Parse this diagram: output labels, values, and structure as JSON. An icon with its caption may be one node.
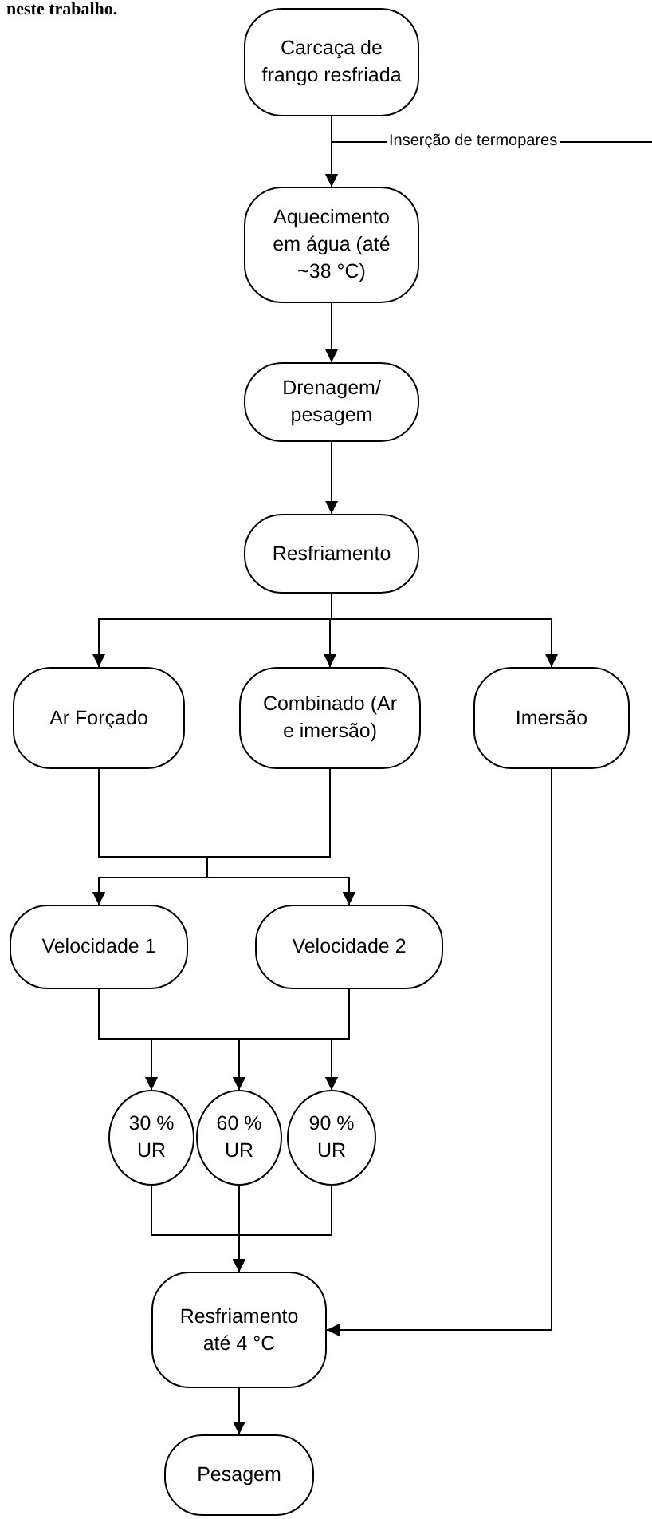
{
  "diagram": {
    "nodes": [
      {
        "text": [
          "Carcaça de frango resfriada"
        ]
      },
      {
        "text": [
          "Aquecimento em água (até ~38 °C)"
        ]
      },
      {
        "text": [
          "Drenagem/ pesagem"
        ]
      },
      {
        "text": [
          "Resfriamento"
        ]
      },
      {
        "text": [
          "Ar Forçado"
        ]
      },
      {
        "text": [
          "Combinado (Ar e imersão)"
        ]
      },
      {
        "text": [
          "Imersão"
        ]
      },
      {
        "text": [
          "Velocidade 1"
        ]
      },
      {
        "text": [
          "Velocidade 2"
        ]
      },
      {
        "text": [
          "30 % UR"
        ]
      },
      {
        "text": [
          "60 % UR"
        ]
      },
      {
        "text": [
          "90 % UR"
        ]
      },
      {
        "text": [
          "Resfriamento até 4 °C"
        ]
      },
      {
        "text": [
          "Pesagem"
        ]
      }
    ],
    "edges": [
      {
        "from": 0,
        "to": 1,
        "arrow": "to"
      },
      {
        "from": null,
        "to": 1,
        "arrow": "to",
        "label": "Inserção de termopares"
      },
      {
        "from": 1,
        "to": 2,
        "arrow": "to"
      },
      {
        "from": 2,
        "to": 3,
        "arrow": "to"
      },
      {
        "from": 3,
        "to": 4,
        "arrow": "to"
      },
      {
        "from": 3,
        "to": 5,
        "arrow": "to"
      },
      {
        "from": 3,
        "to": 6,
        "arrow": "to"
      },
      {
        "from": 4,
        "to": 7,
        "arrow": "to"
      },
      {
        "from": 4,
        "to": 8,
        "arrow": "to"
      },
      {
        "from": 5,
        "to": 7,
        "arrow": "to"
      },
      {
        "from": 5,
        "to": 8,
        "arrow": "to"
      },
      {
        "from": 7,
        "to": 9,
        "arrow": "to"
      },
      {
        "from": 7,
        "to": 10,
        "arrow": "to"
      },
      {
        "from": 7,
        "to": 11,
        "arrow": "to"
      },
      {
        "from": 8,
        "to": 9,
        "arrow": "to"
      },
      {
        "from": 8,
        "to": 10,
        "arrow": "to"
      },
      {
        "from": 8,
        "to": 11,
        "arrow": "to"
      },
      {
        "from": 9,
        "to": 12,
        "arrow": "to"
      },
      {
        "from": 10,
        "to": 12,
        "arrow": "to"
      },
      {
        "from": 11,
        "to": 12,
        "arrow": "to"
      },
      {
        "from": 6,
        "to": 12,
        "arrow": "to"
      },
      {
        "from": 12,
        "to": 13,
        "arrow": "to"
      }
    ],
    "labels": [
      "neste trabalho."
    ]
  }
}
